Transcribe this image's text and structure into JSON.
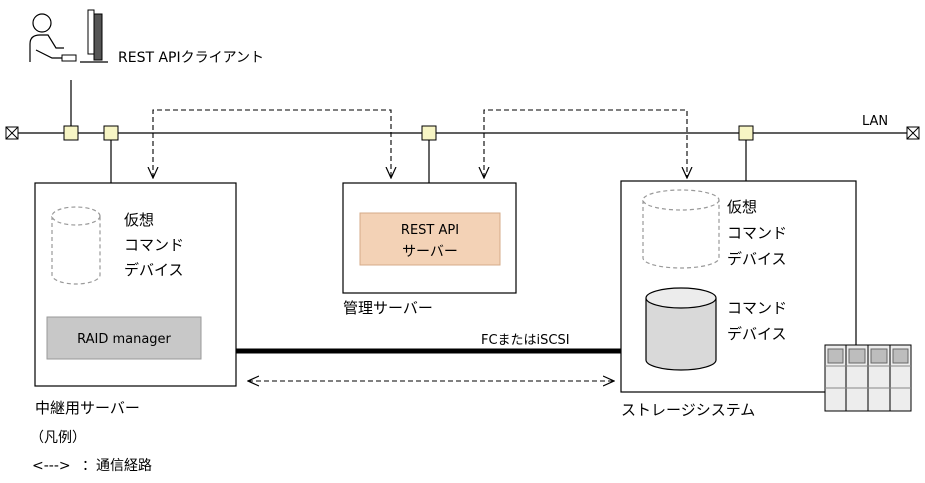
{
  "client": {
    "label": "REST APIクライアント"
  },
  "network": {
    "lan_label": "LAN"
  },
  "relay_server": {
    "caption": "中継用サーバー",
    "virtual_device": [
      "仮想",
      "コマンド",
      "デバイス"
    ],
    "raid_manager": "RAID manager"
  },
  "management_server": {
    "caption": "管理サーバー",
    "rest_api_server": [
      "REST API",
      "サーバー"
    ]
  },
  "storage_system": {
    "caption": "ストレージシステム",
    "virtual_device": [
      "仮想",
      "コマンド",
      "デバイス"
    ],
    "command_device": [
      "コマンド",
      "デバイス"
    ]
  },
  "link": {
    "label": "FCまたはiSCSI"
  },
  "legend": {
    "title": "（凡例）",
    "arrow_symbol": "<--->",
    "entry": "：通信経路"
  },
  "colors": {
    "port_fill": "#f7f5c4",
    "rest_api_box": "#f3d2b6",
    "raid_box": "#c8c8c8",
    "line": "#000000"
  }
}
